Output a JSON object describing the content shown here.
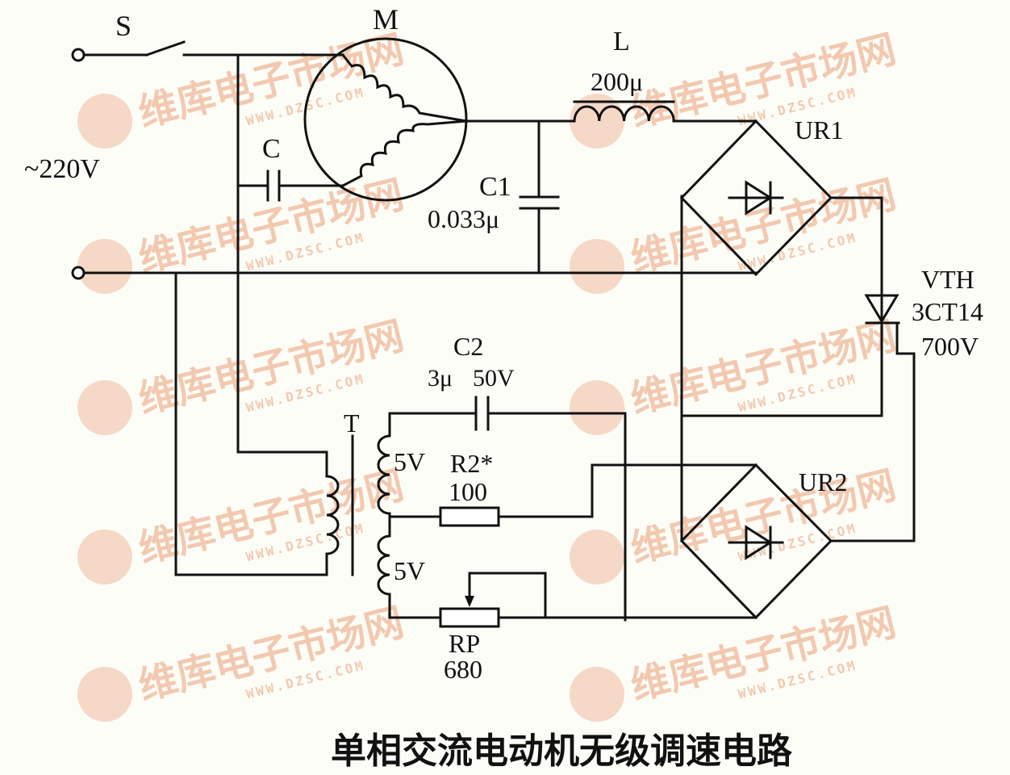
{
  "labels": {
    "switch": "S",
    "motor": "M",
    "inductor": "L",
    "inductor_value": "200μ",
    "bridge1": "UR1",
    "source": "~220V",
    "capacitor": "C",
    "c1": "C1",
    "c1_value": "0.033μ",
    "thyristor": "VTH",
    "thyristor_model": "3CT14",
    "thyristor_voltage": "700V",
    "c2": "C2",
    "c2_value_cap": "3μ",
    "c2_value_volt": "50V",
    "transformer": "T",
    "winding1": "5V",
    "winding2": "5V",
    "r2": "R2*",
    "r2_value": "100",
    "bridge2": "UR2",
    "rp": "RP",
    "rp_value": "680"
  },
  "caption": "单相交流电动机无级调速电路",
  "watermark": {
    "brand": "维库电子市场网",
    "url": "WWW.DZSC.COM",
    "color": "#f2c9b0"
  }
}
